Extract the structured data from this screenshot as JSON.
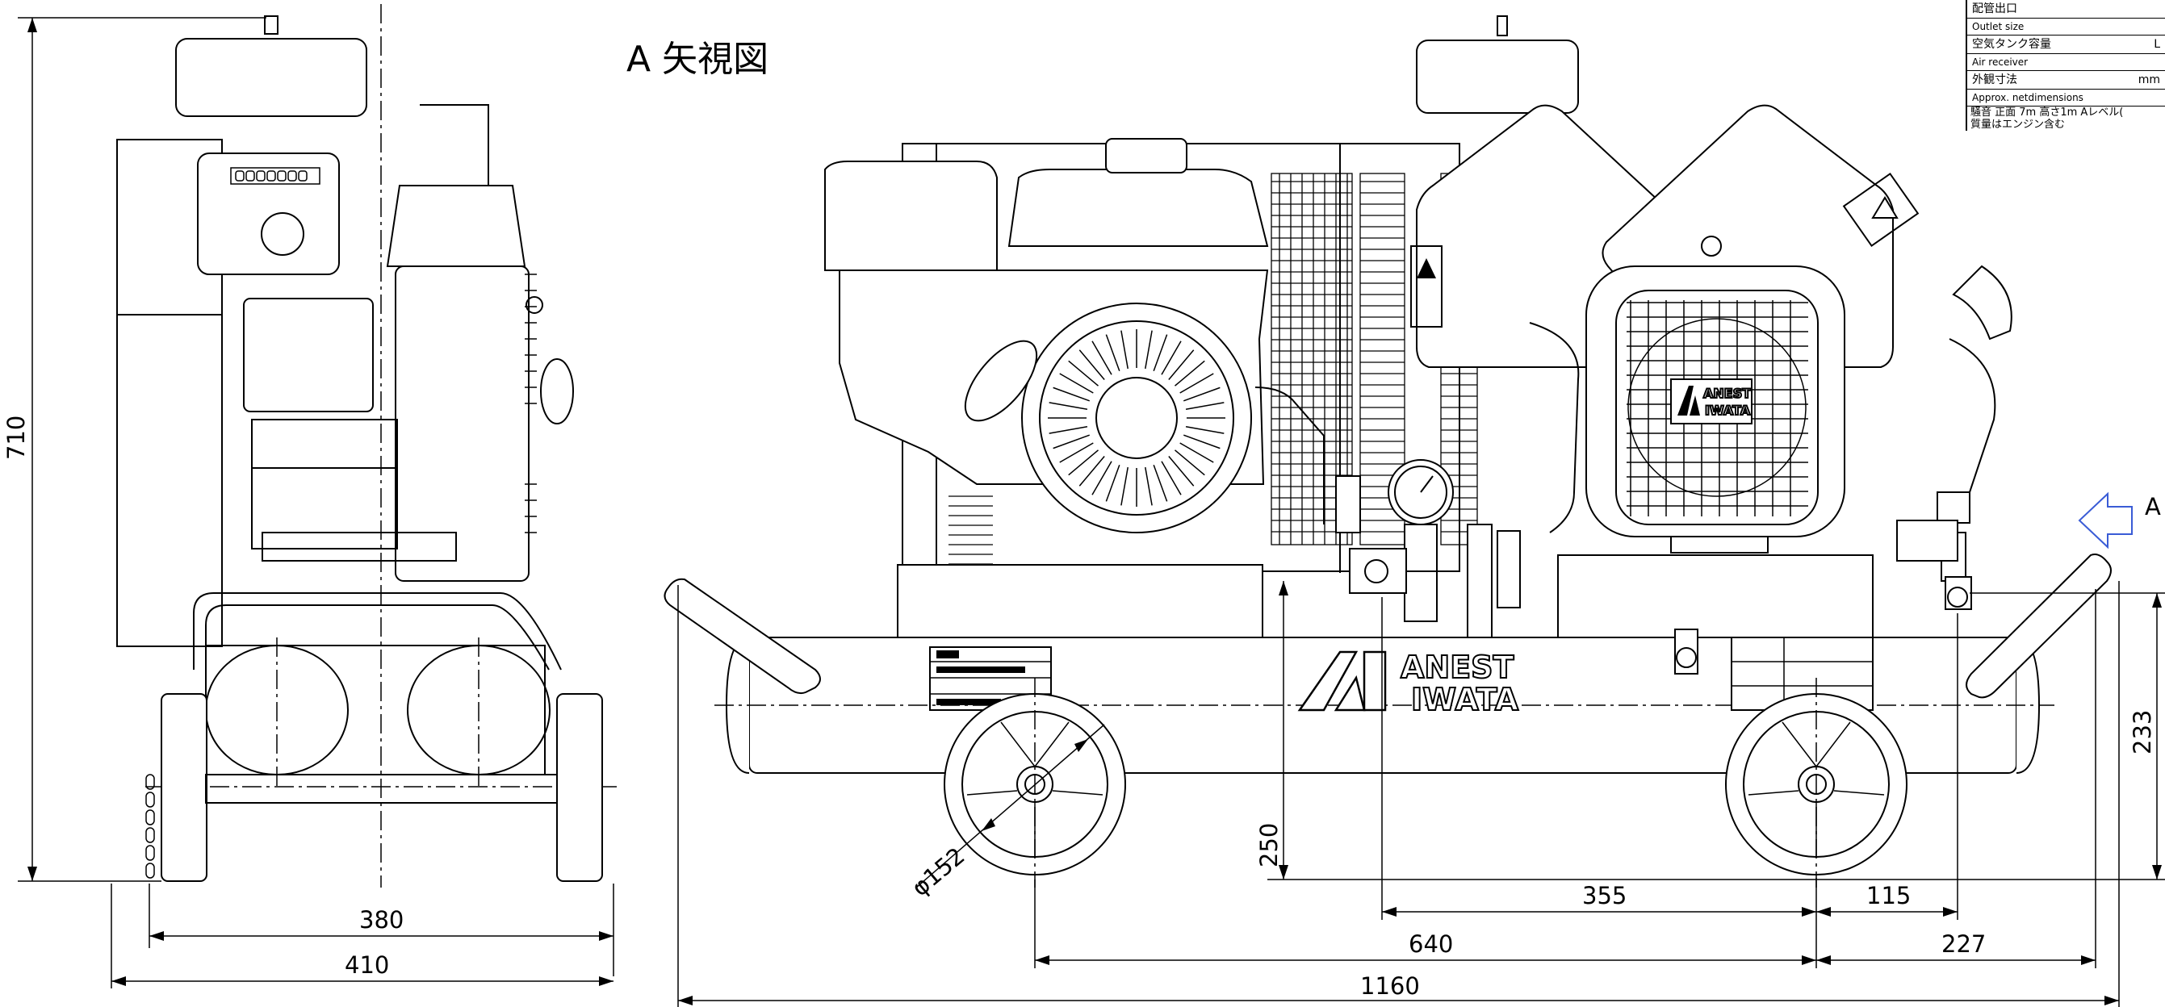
{
  "view_title": "A 矢視図",
  "view_arrow_label": "A",
  "brand": {
    "line1": "ANEST",
    "line2": "IWATA",
    "badge_line1": "ANEST",
    "badge_line2": "IWATA"
  },
  "spec_table": {
    "rows": [
      {
        "ja": "配管出口",
        "en": "Outlet size",
        "unit": ""
      },
      {
        "ja": "空気タンク容量",
        "en": "Air receiver",
        "unit": "L"
      },
      {
        "ja": "外観寸法",
        "en": "Approx. netdimensions",
        "unit": "mm"
      }
    ],
    "notes": [
      "騒音 正面 7m 高さ1m Aレベル(",
      "質量はエンジン含む"
    ]
  },
  "dimensions": {
    "overall_height": "710",
    "side_width_inner": "380",
    "side_width_outer": "410",
    "wheel_diameter": "φ152",
    "tank_height": "250",
    "outlet_height": "233",
    "pitch_a": "355",
    "pitch_b": "115",
    "wheel_base": "640",
    "outlet_offset": "227",
    "overall_length": "1160"
  }
}
